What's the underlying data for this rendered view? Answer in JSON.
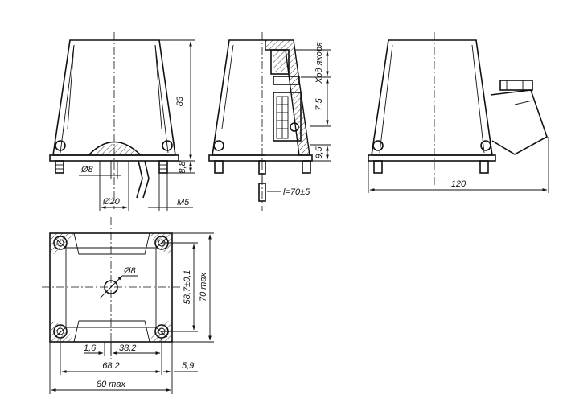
{
  "dimensions": {
    "height_83": "83",
    "foot_8_8": "8,8",
    "thread_m5": "M5",
    "dia_8_front": "Ø8",
    "dia_20": "Ø20",
    "lead_length": "l=70±5",
    "armature_stroke": "Ход якоря",
    "dim_7_5": "7,5",
    "dim_9_5": "9,5",
    "width_120": "120",
    "dia_8_top": "Ø8",
    "hole_spacing_58_7": "58,7±0,1",
    "depth_70_max": "70 max",
    "offset_1_6": "1,6",
    "dim_38_2": "38,2",
    "hole_spacing_68_2": "68,2",
    "dim_5_9": "5,9",
    "width_80_max": "80 max"
  }
}
